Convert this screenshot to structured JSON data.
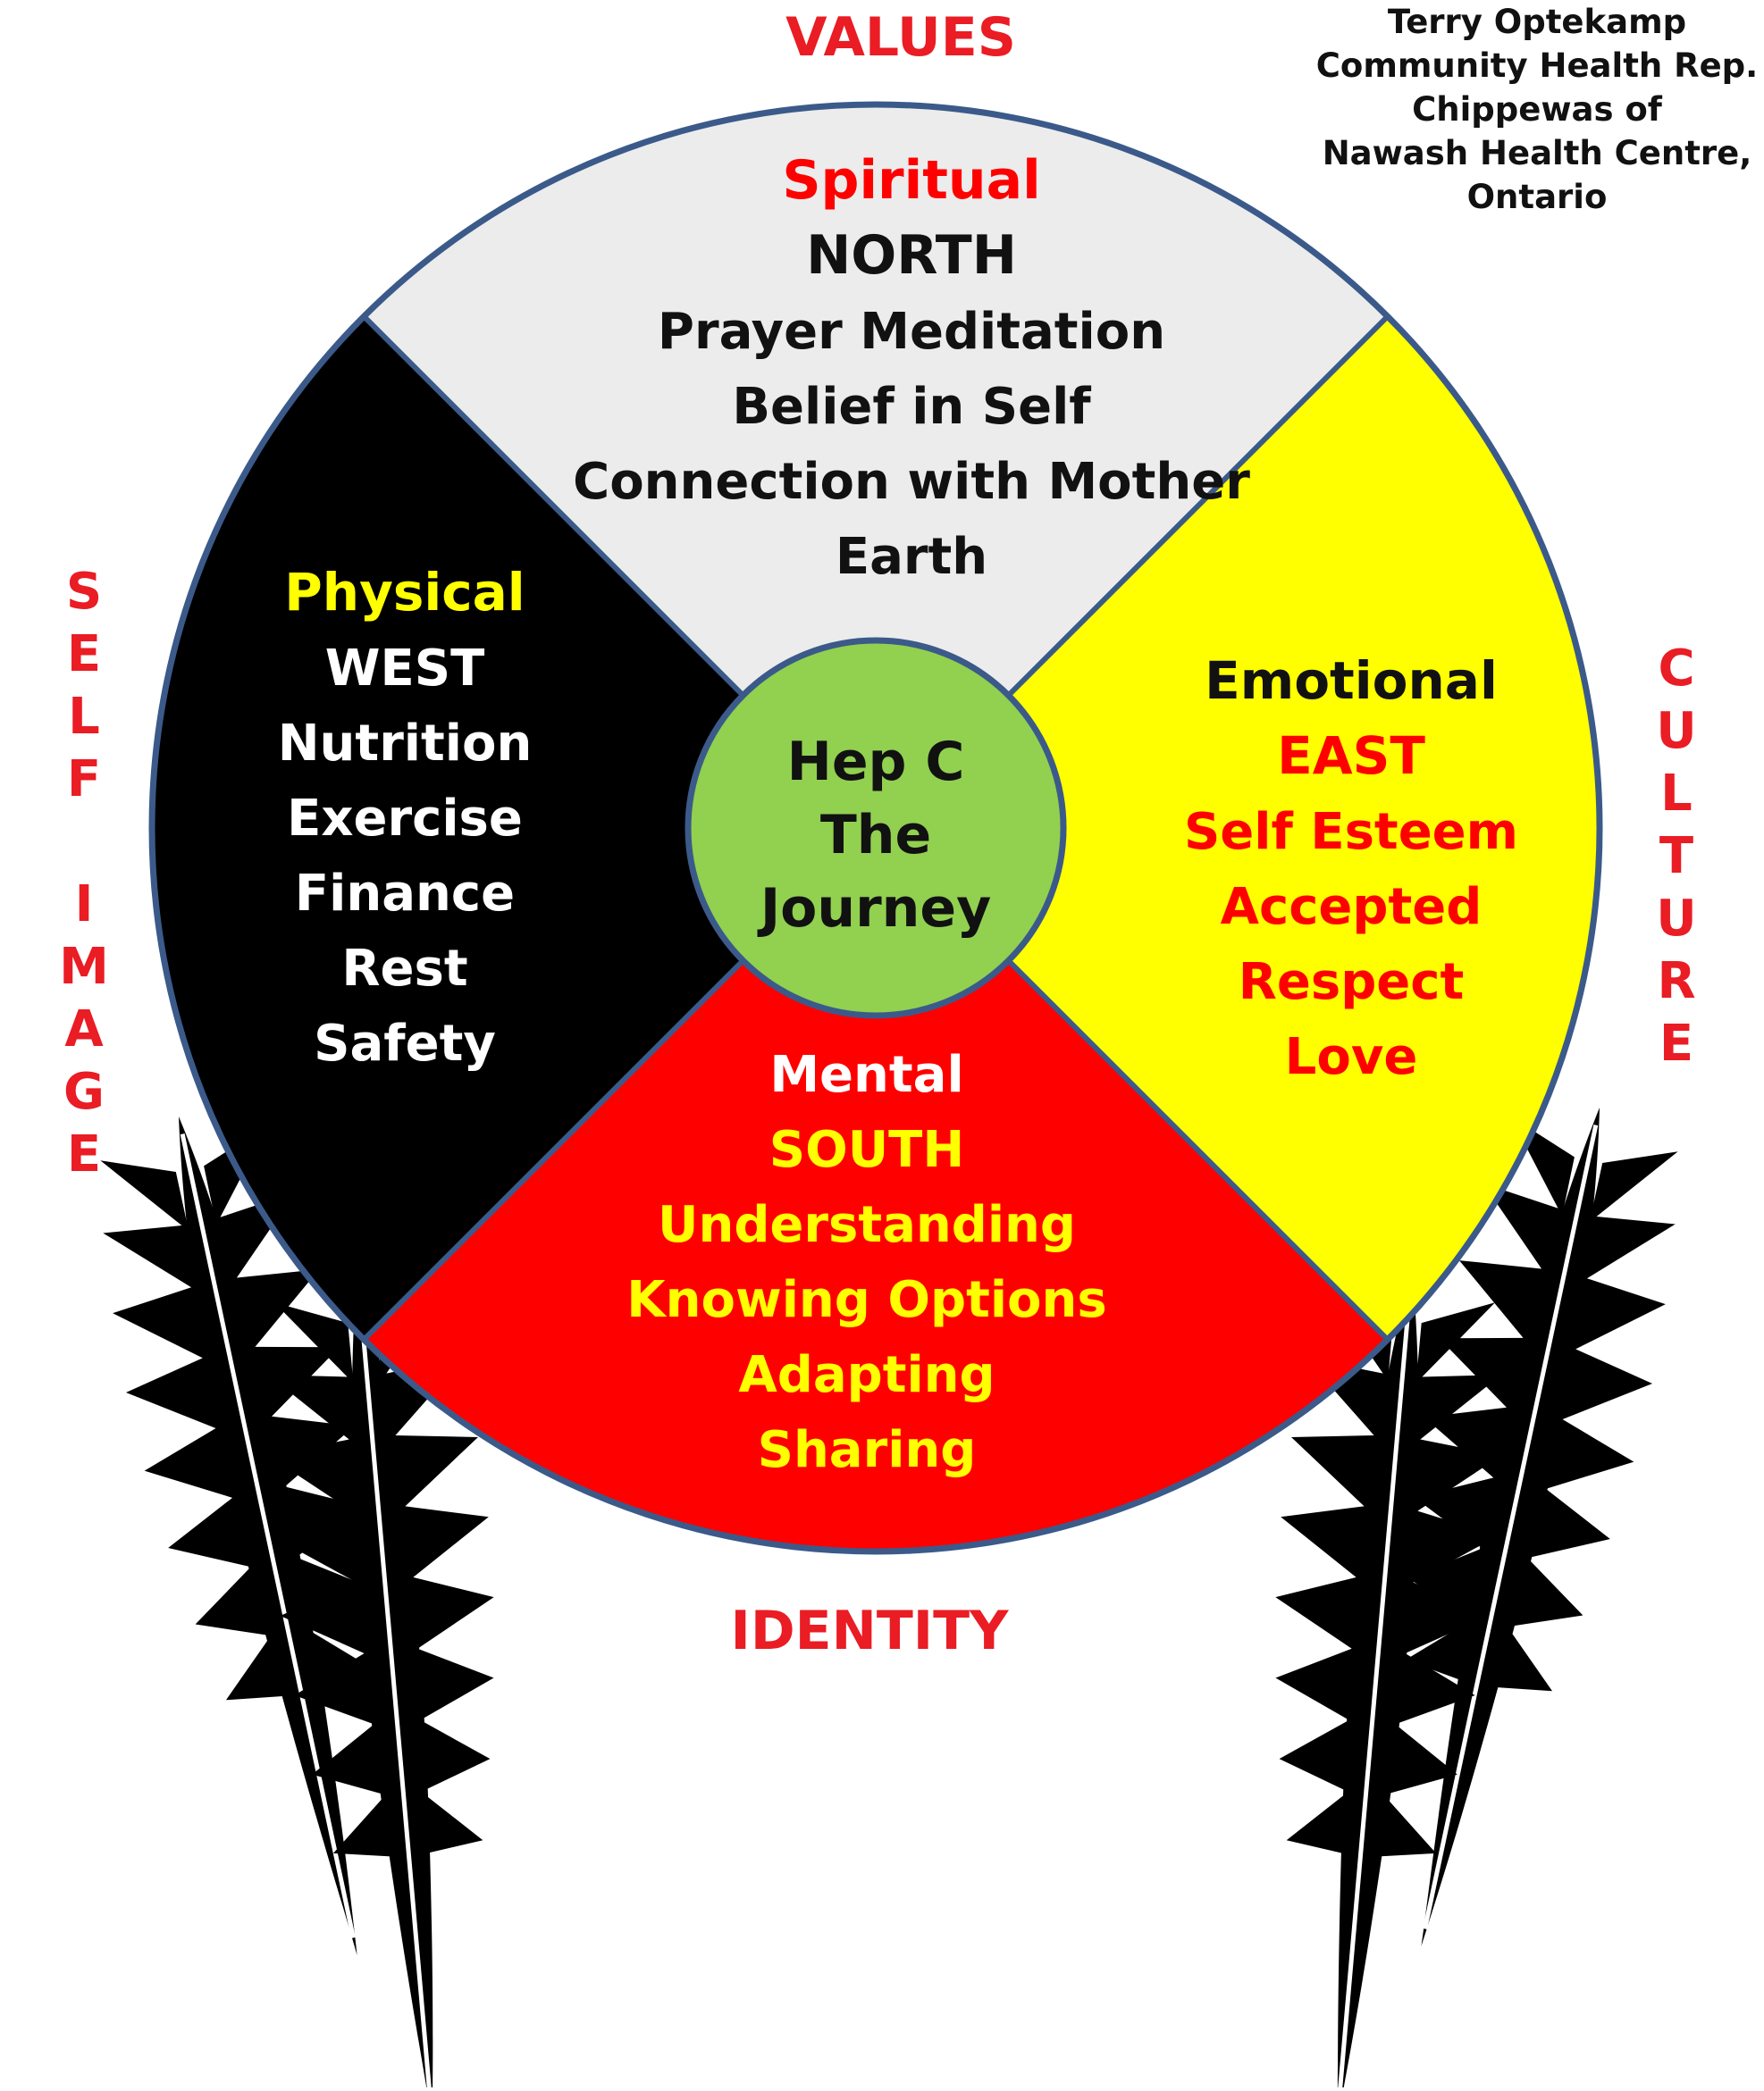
{
  "colors": {
    "north": "#ececec",
    "east": "#ffff00",
    "south": "#ff0000",
    "west": "#000000",
    "center": "#92d050",
    "rim": "#3b5a8a",
    "outer_label": "#ea1c24",
    "yellow_text": "#ffff00",
    "red_text": "#ff0000",
    "white_text": "#ffffff",
    "black_text": "#111111"
  },
  "outer_labels": {
    "top": "VALUES",
    "bottom": "IDENTITY",
    "left": [
      "S",
      "E",
      "L",
      "F",
      "",
      "I",
      "M",
      "A",
      "G",
      "E"
    ],
    "right": [
      "C",
      "U",
      "L",
      "T",
      "U",
      "R",
      "E"
    ]
  },
  "credit_lines": [
    "Terry Optekamp",
    "Community Health Rep.",
    "Chippewas of",
    "Nawash Health Centre,",
    "Ontario"
  ],
  "center_lines": [
    "Hep C",
    "The",
    "Journey"
  ],
  "quadrants": {
    "north": {
      "heading": "Spiritual",
      "direction": "NORTH",
      "items": [
        "Prayer Meditation",
        "Belief in Self",
        "Connection with Mother",
        "Earth"
      ]
    },
    "east": {
      "heading": "Emotional",
      "direction": "EAST",
      "items": [
        "Self Esteem",
        "Accepted",
        "Respect",
        "Love"
      ]
    },
    "south": {
      "heading": "Mental",
      "direction": "SOUTH",
      "items": [
        "Understanding",
        "Knowing Options",
        "Adapting",
        "Sharing"
      ]
    },
    "west": {
      "heading": "Physical",
      "direction": "WEST",
      "items": [
        "Nutrition",
        "Exercise",
        "Finance",
        "Rest",
        "Safety"
      ]
    }
  },
  "icons": [
    "feather-icon"
  ]
}
